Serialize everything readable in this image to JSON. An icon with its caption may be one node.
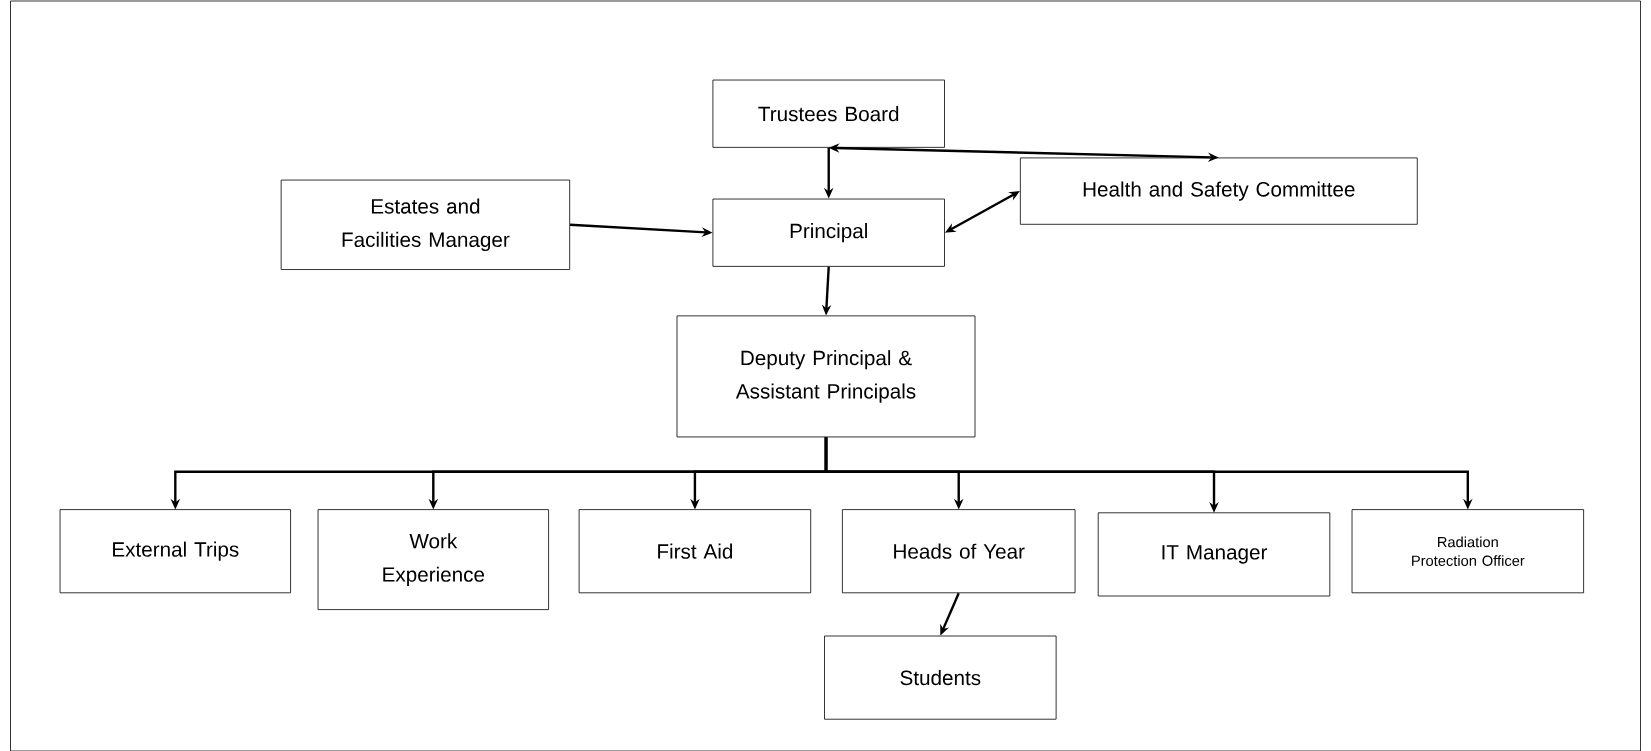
{
  "diagram": {
    "nodes": [
      {
        "text": [
          "Trustees Board"
        ]
      },
      {
        "text": [
          "Health and Safety Committee"
        ]
      },
      {
        "text": [
          "Estates and Facilities Manager"
        ]
      },
      {
        "text": [
          "Principal"
        ]
      },
      {
        "text": [
          "Deputy Principal & Assistant Principals"
        ]
      },
      {
        "text": [
          "External Trips"
        ]
      },
      {
        "text": [
          "Work Experience"
        ]
      },
      {
        "text": [
          "First Aid"
        ]
      },
      {
        "text": [
          "Heads of Year"
        ]
      },
      {
        "text": [
          "IT Manager"
        ]
      },
      {
        "text": [
          "Radiation Protection Officer"
        ]
      },
      {
        "text": [
          "Students"
        ]
      }
    ],
    "edges": [
      {
        "from": 0,
        "to": 1,
        "arrow": "both"
      },
      {
        "from": 3,
        "to": 1,
        "arrow": "both"
      },
      {
        "from": 0,
        "to": 3,
        "arrow": "to"
      },
      {
        "from": 2,
        "to": 3,
        "arrow": "to"
      },
      {
        "from": 3,
        "to": 4,
        "arrow": "to"
      },
      {
        "from": 4,
        "to": 5,
        "arrow": "to"
      },
      {
        "from": 4,
        "to": 6,
        "arrow": "to"
      },
      {
        "from": 4,
        "to": 7,
        "arrow": "to"
      },
      {
        "from": 4,
        "to": 8,
        "arrow": "to"
      },
      {
        "from": 4,
        "to": 9,
        "arrow": "to"
      },
      {
        "from": 4,
        "to": 10,
        "arrow": "to"
      },
      {
        "from": 8,
        "to": 11,
        "arrow": "to"
      }
    ]
  }
}
